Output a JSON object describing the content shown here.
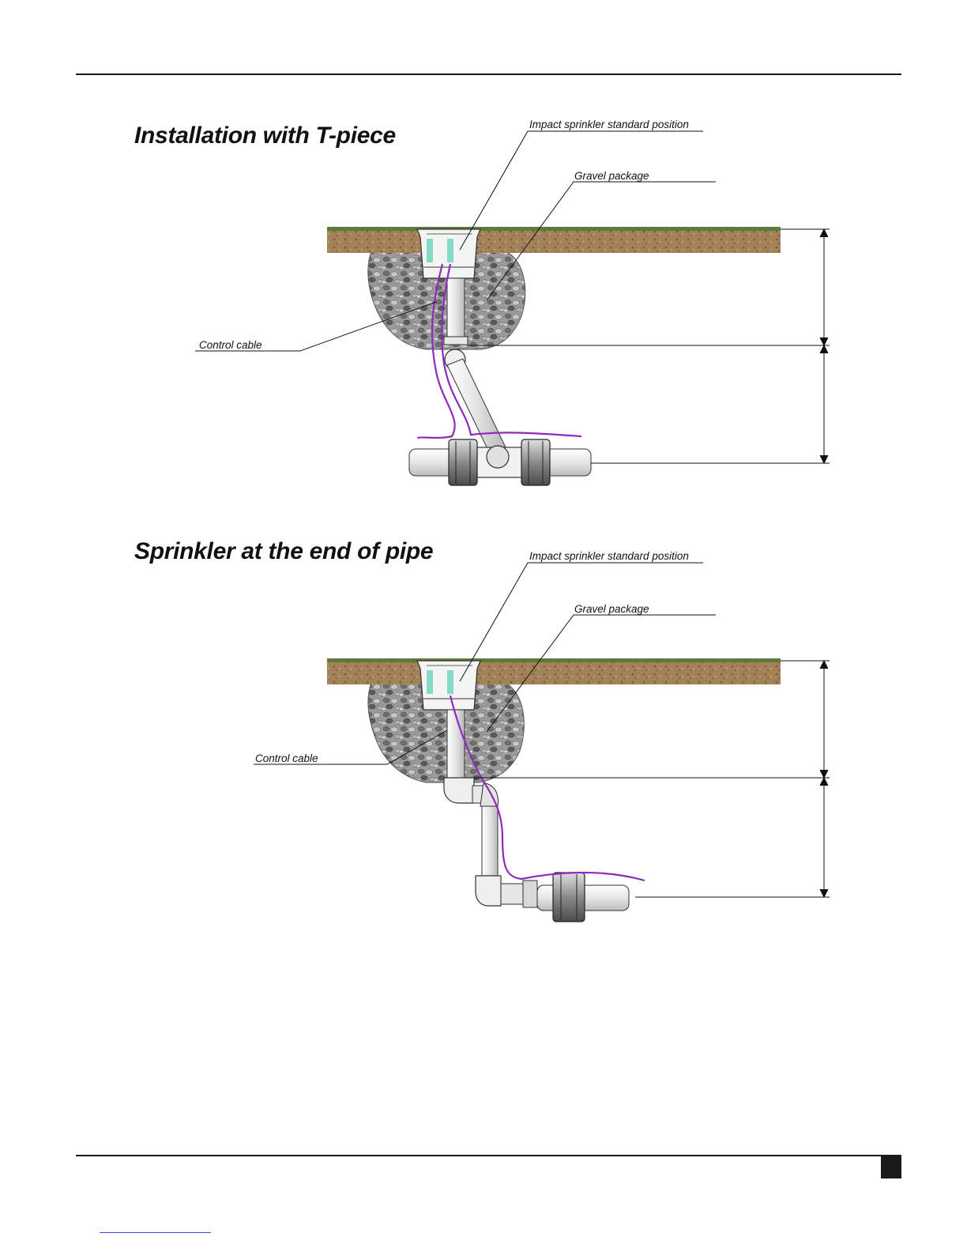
{
  "figures": [
    {
      "title": "Installation with T-piece",
      "labels": {
        "impact": "Impact sprinkler standard position",
        "gravel": "Gravel package",
        "cable": "Control cable"
      }
    },
    {
      "title": "Sprinkler at the end of pipe",
      "labels": {
        "impact": "Impact sprinkler standard position",
        "gravel": "Gravel package",
        "cable": "Control cable"
      }
    }
  ],
  "colors": {
    "soil": "#9c7a52",
    "grass": "#5e7a3a",
    "gravel": "#7d7d7d",
    "cable": "#8e2bbd",
    "sprinkler_accent": "#3cc9a8"
  }
}
